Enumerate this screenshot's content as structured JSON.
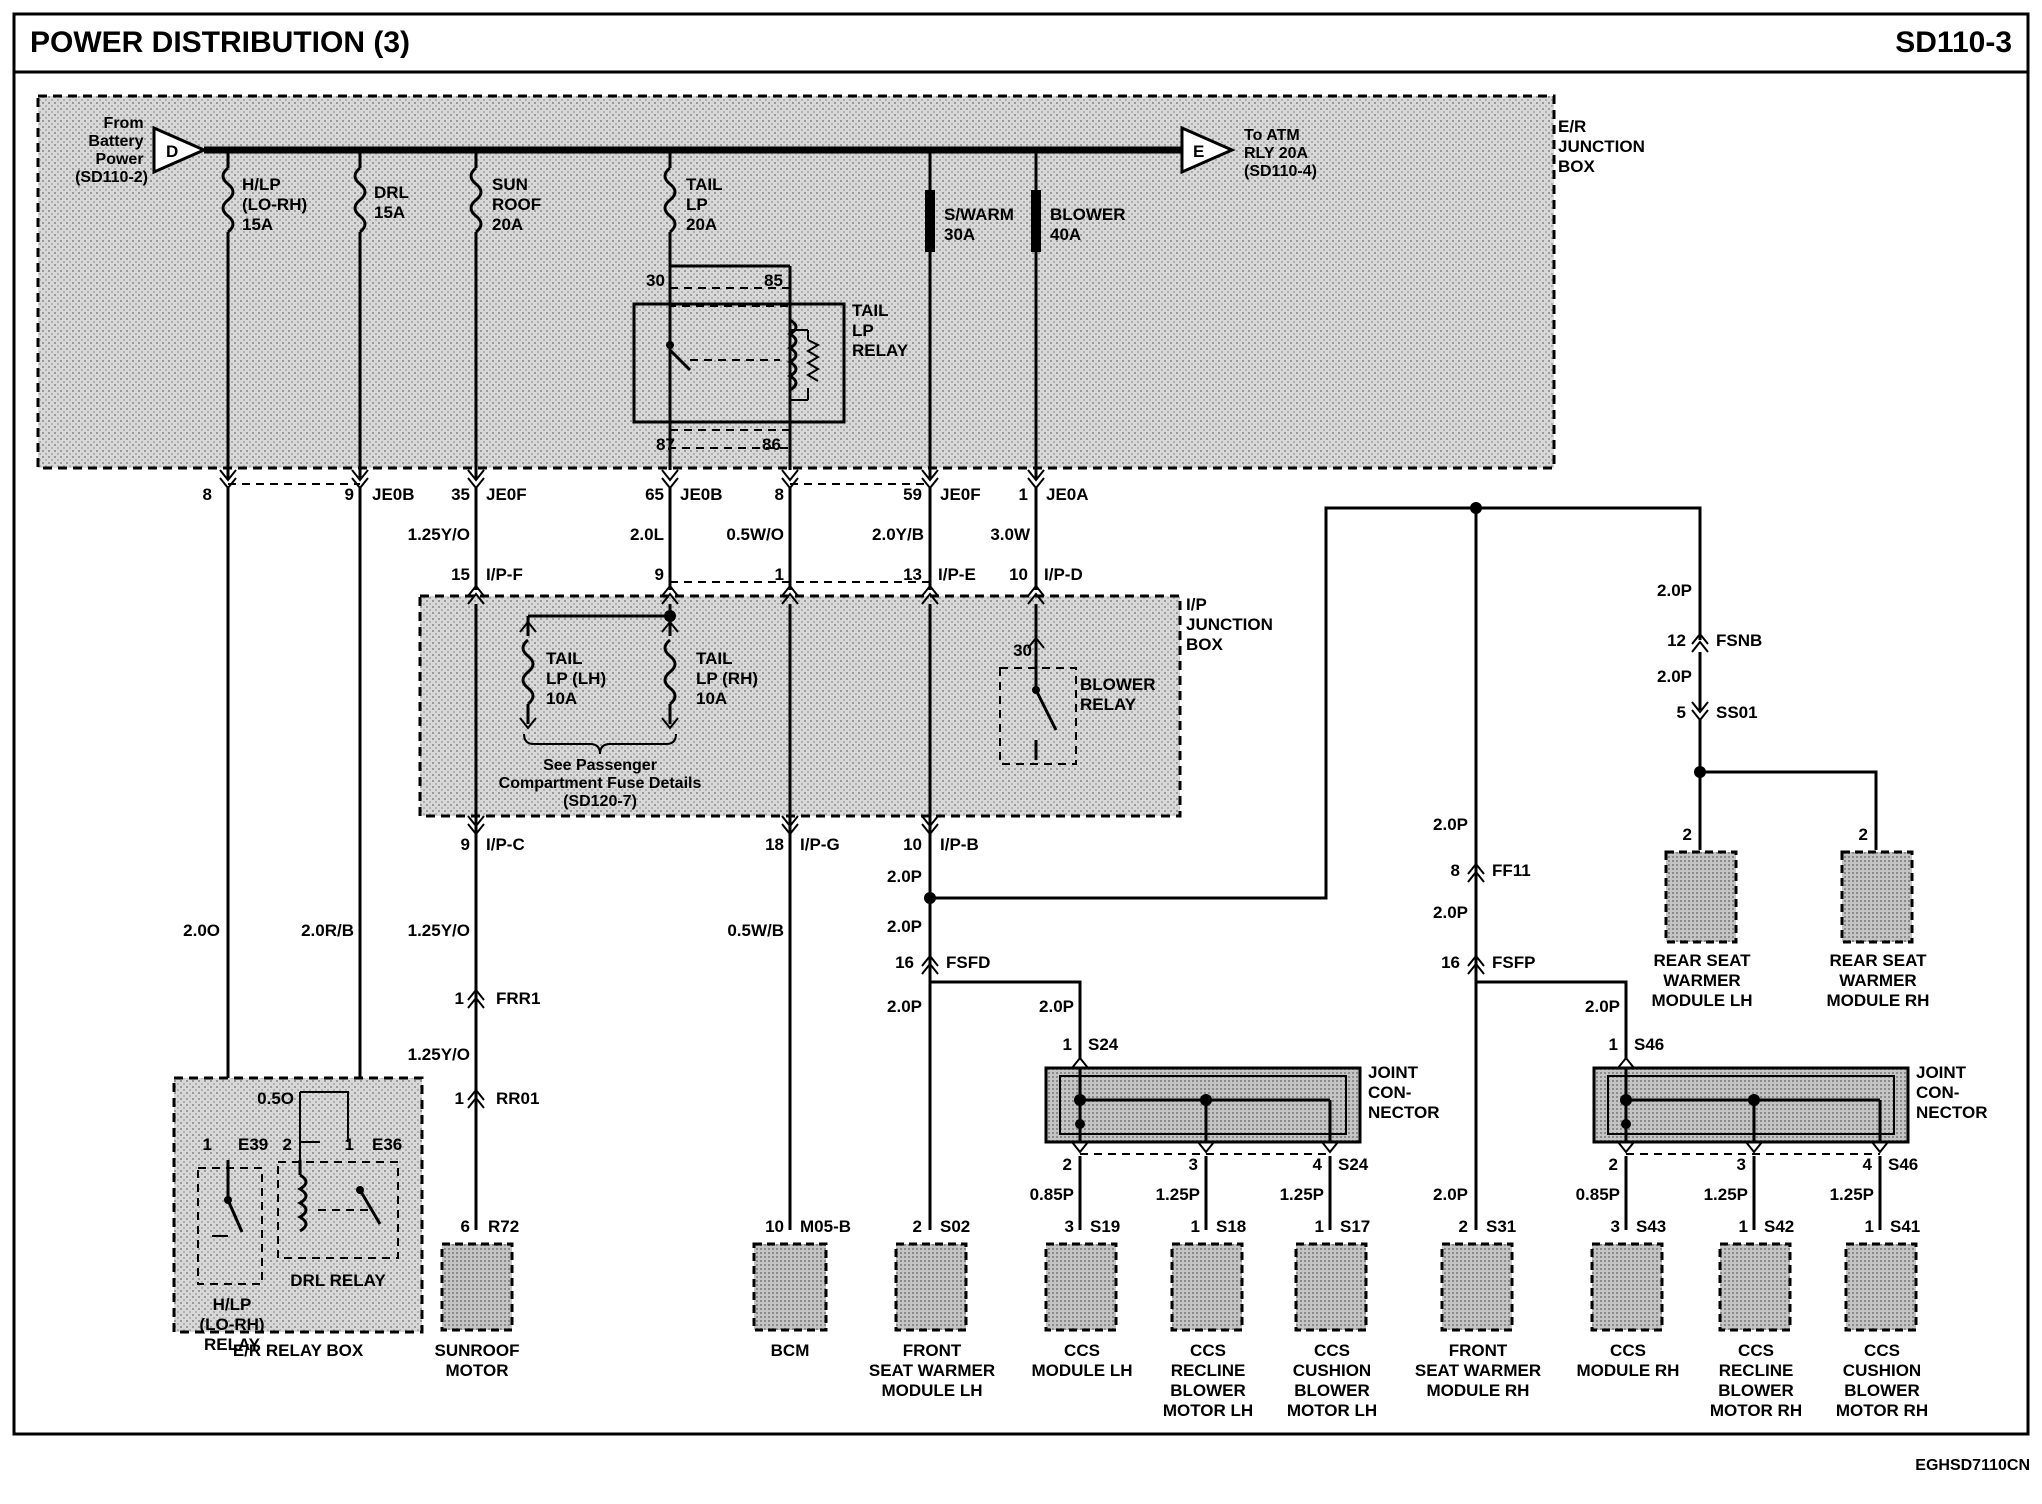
{
  "header": {
    "title": "POWER DISTRIBUTION (3)",
    "code": "SD110-3"
  },
  "footer": {
    "code": "EGHSD7110CN"
  },
  "er_box": {
    "label": [
      "E/R",
      "JUNCTION",
      "BOX"
    ],
    "from": [
      "From",
      "Battery",
      "Power",
      "(SD110-2)"
    ],
    "from_conn": "D",
    "to": [
      "To ATM",
      "RLY 20A",
      "(SD110-4)"
    ],
    "to_conn": "E"
  },
  "fuses": {
    "hlp": [
      "H/LP",
      "(LO-RH)",
      "15A"
    ],
    "drl": [
      "DRL",
      "15A"
    ],
    "sunroof": [
      "SUN",
      "ROOF",
      "20A"
    ],
    "tail": [
      "TAIL",
      "LP",
      "20A"
    ],
    "swarm": [
      "S/WARM",
      "30A"
    ],
    "blower": [
      "BLOWER",
      "40A"
    ]
  },
  "tail_relay": {
    "label": [
      "TAIL",
      "LP",
      "RELAY"
    ],
    "pins": [
      "30",
      "85",
      "87",
      "86"
    ]
  },
  "er_pins": [
    {
      "pin": "8",
      "conn": ""
    },
    {
      "pin": "9",
      "conn": "JE0B"
    },
    {
      "pin": "35",
      "conn": "JE0F"
    },
    {
      "pin": "65",
      "conn": "JE0B"
    },
    {
      "pin": "8",
      "conn": ""
    },
    {
      "pin": "59",
      "conn": "JE0F"
    },
    {
      "pin": "1",
      "conn": "JE0A"
    }
  ],
  "wires": {
    "w_sun1": "1.25Y/O",
    "w_tail": "2.0L",
    "w_bcm1": "0.5W/O",
    "w_sw1": "2.0Y/B",
    "w_bl": "3.0W",
    "w_hlp": "2.0O",
    "w_drl": "2.0R/B",
    "w_sun2": "1.25Y/O",
    "w_bcm2": "0.5W/B",
    "w_sun3": "1.25Y/O",
    "w_drl2": "0.5O",
    "w_sw2": "2.0P",
    "w_sw3": "2.0P",
    "w_sw4": "2.0P",
    "w_s24": "2.0P",
    "w_s19": "0.85P",
    "w_s18": "1.25P",
    "w_s17": "1.25P",
    "w_ff1": "2.0P",
    "w_ff2": "2.0P",
    "w_s31": "2.0P",
    "w_s46": "2.0P",
    "w_s43": "0.85P",
    "w_s42": "1.25P",
    "w_s41": "1.25P",
    "w_fsnb1": "2.0P",
    "w_fsnb2": "2.0P"
  },
  "ip_box": {
    "label": [
      "I/P",
      "JUNCTION",
      "BOX"
    ],
    "in_pins": [
      {
        "pin": "15",
        "conn": "I/P-F"
      },
      {
        "pin": "9",
        "conn": ""
      },
      {
        "pin": "1",
        "conn": ""
      },
      {
        "pin": "13",
        "conn": "I/P-E"
      },
      {
        "pin": "10",
        "conn": "I/P-D"
      }
    ],
    "out_pins": [
      {
        "pin": "9",
        "conn": "I/P-C"
      },
      {
        "pin": "18",
        "conn": "I/P-G"
      },
      {
        "pin": "10",
        "conn": "I/P-B"
      }
    ],
    "tail_lh": [
      "TAIL",
      "LP (LH)",
      "10A"
    ],
    "tail_rh": [
      "TAIL",
      "LP (RH)",
      "10A"
    ],
    "note": [
      "See Passenger",
      "Compartment Fuse Details",
      "(SD120-7)"
    ],
    "blower_relay": [
      "BLOWER",
      "RELAY"
    ],
    "blower_pin": "30"
  },
  "relay_box": {
    "label": "E/R RELAY BOX",
    "hlp_relay": [
      "H/LP",
      "(LO-RH)",
      "RELAY"
    ],
    "drl_relay": "DRL RELAY",
    "e39": "E39",
    "e36": "E36",
    "p1a": "1",
    "p2": "2",
    "p1b": "1"
  },
  "connectors": {
    "frr1": {
      "pin": "1",
      "name": "FRR1"
    },
    "rr01": {
      "pin": "1",
      "name": "RR01"
    },
    "r72": {
      "pin": "6",
      "name": "R72"
    },
    "m05b": {
      "pin": "10",
      "name": "M05-B"
    },
    "fsfd": {
      "pin": "16",
      "name": "FSFD"
    },
    "s02": {
      "pin": "2",
      "name": "S02"
    },
    "s24in": {
      "pin": "1",
      "name": "S24"
    },
    "s24out": [
      {
        "pin": "2",
        "name": ""
      },
      {
        "pin": "3",
        "name": ""
      },
      {
        "pin": "4",
        "name": "S24"
      }
    ],
    "s19": {
      "pin": "3",
      "name": "S19"
    },
    "s18": {
      "pin": "1",
      "name": "S18"
    },
    "s17": {
      "pin": "1",
      "name": "S17"
    },
    "ff11": {
      "pin": "8",
      "name": "FF11"
    },
    "fsfp": {
      "pin": "16",
      "name": "FSFP"
    },
    "s31": {
      "pin": "2",
      "name": "S31"
    },
    "s46in": {
      "pin": "1",
      "name": "S46"
    },
    "s46out": [
      {
        "pin": "2",
        "name": ""
      },
      {
        "pin": "3",
        "name": ""
      },
      {
        "pin": "4",
        "name": "S46"
      }
    ],
    "s43": {
      "pin": "3",
      "name": "S43"
    },
    "s42": {
      "pin": "1",
      "name": "S42"
    },
    "s41": {
      "pin": "1",
      "name": "S41"
    },
    "fsnb": {
      "pin": "12",
      "name": "FSNB"
    },
    "ss01": {
      "pin": "5",
      "name": "SS01"
    },
    "rswl": {
      "pin": "2"
    },
    "rswr": {
      "pin": "2"
    }
  },
  "joint": [
    "JOINT",
    "CON-",
    "NECTOR"
  ],
  "components": {
    "sunroof": [
      "SUNROOF",
      "MOTOR"
    ],
    "bcm": [
      "BCM"
    ],
    "fsw_lh": [
      "FRONT",
      "SEAT WARMER",
      "MODULE LH"
    ],
    "ccs_lh": [
      "CCS",
      "MODULE LH"
    ],
    "ccs_rec_lh": [
      "CCS",
      "RECLINE",
      "BLOWER",
      "MOTOR LH"
    ],
    "ccs_cus_lh": [
      "CCS",
      "CUSHION",
      "BLOWER",
      "MOTOR LH"
    ],
    "fsw_rh": [
      "FRONT",
      "SEAT WARMER",
      "MODULE RH"
    ],
    "ccs_rh": [
      "CCS",
      "MODULE RH"
    ],
    "ccs_rec_rh": [
      "CCS",
      "RECLINE",
      "BLOWER",
      "MOTOR RH"
    ],
    "ccs_cus_rh": [
      "CCS",
      "CUSHION",
      "BLOWER",
      "MOTOR RH"
    ],
    "rsw_lh": [
      "REAR SEAT",
      "WARMER",
      "MODULE LH"
    ],
    "rsw_rh": [
      "REAR SEAT",
      "WARMER",
      "MODULE RH"
    ]
  }
}
